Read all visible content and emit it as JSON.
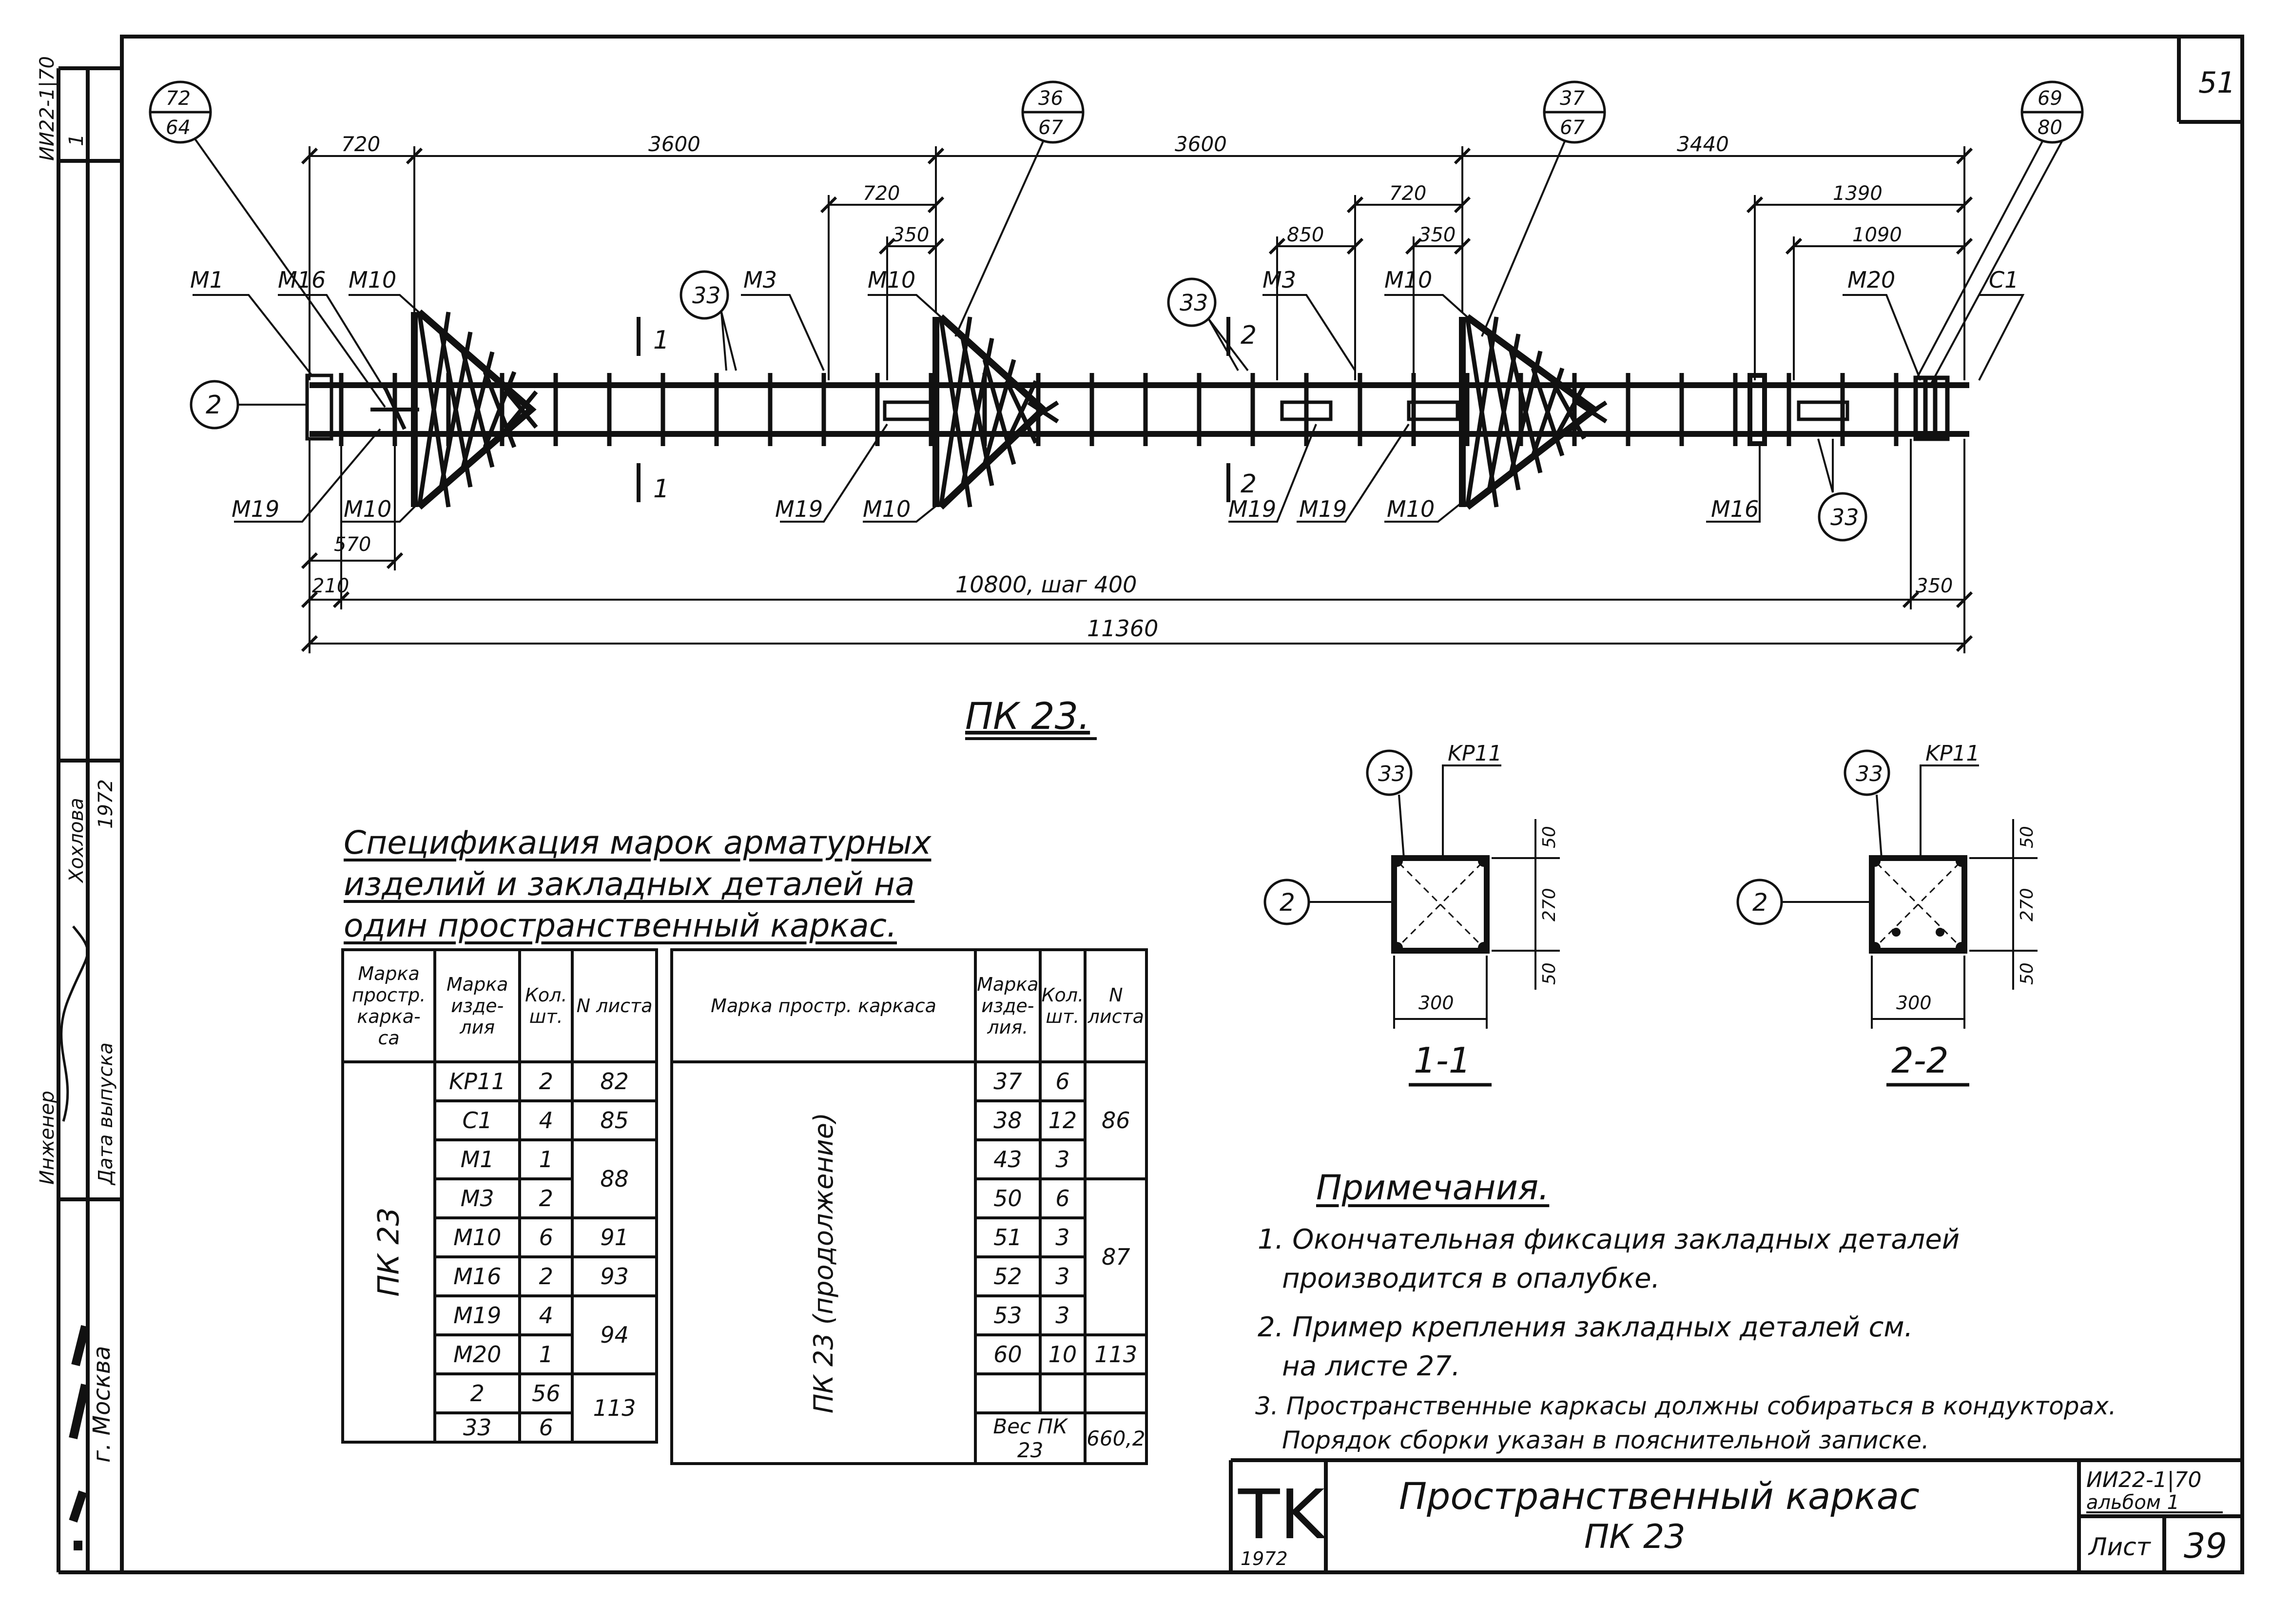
{
  "sheet_number_top": "51",
  "edge_stamp": {
    "top_code": "ИИ22-1|70",
    "top_code2": "1",
    "position": "Инженер",
    "surname": "Хохлова",
    "date_label": "Дата выпуска",
    "year": "1972",
    "city": "г. Москва"
  },
  "drawing": {
    "title": "ПК 23.",
    "callouts": [
      {
        "top": "72",
        "bottom": "64"
      },
      {
        "top": "36",
        "bottom": "67"
      },
      {
        "top": "37",
        "bottom": "67"
      },
      {
        "top": "69",
        "bottom": "80"
      }
    ],
    "top_dims": [
      "720",
      "3600",
      "3600",
      "3440"
    ],
    "sub_dims": [
      "720",
      "350",
      "720",
      "850",
      "350",
      "1390",
      "1090"
    ],
    "bottom_dims": [
      "570",
      "210",
      "10800, шаг 400",
      "350",
      "11360"
    ],
    "marks": {
      "m1": "M1",
      "m16a": "M16",
      "m10a": "M10",
      "m3a": "M3",
      "m10b": "M10",
      "m3b": "M3",
      "m10c": "M10",
      "m20": "M20",
      "c1": "C1",
      "m19a": "M19",
      "m10d": "M10",
      "m19b": "M19",
      "m10e": "M10",
      "m19c": "M19",
      "m19d": "M19",
      "m10f": "M10",
      "m16b": "M16"
    },
    "bubble_33": "33",
    "bubble_2": "2",
    "section_1": "1",
    "section_2": "2"
  },
  "sections": [
    {
      "title": "1-1",
      "label_33": "33",
      "label_kp": "KP11",
      "label_2": "2",
      "dim_w": "300",
      "dim_top": "50",
      "dim_mid": "270",
      "dim_bot": "50"
    },
    {
      "title": "2-2",
      "label_33": "33",
      "label_kp": "KP11",
      "label_2": "2",
      "dim_w": "300",
      "dim_top": "50",
      "dim_mid": "270",
      "dim_bot": "50"
    }
  ],
  "spec": {
    "title_l1": "Спецификация марок арматурных",
    "title_l2": "изделий и закладных деталей на",
    "title_l3": "один пространственный каркас.",
    "headers": [
      "Марка простр. карка- са",
      "Марка изде- лия",
      "Кол. шт.",
      "N листа"
    ],
    "headers_right": [
      "Марка простр. каркаса",
      "Марка изде- лия.",
      "Кол. шт.",
      "N листа"
    ],
    "group_left": "ПК 23",
    "group_right": "ПК 23 (продолжение)",
    "left_rows": [
      {
        "mark": "KP11",
        "qty": "2",
        "sheet": "82"
      },
      {
        "mark": "C1",
        "qty": "4",
        "sheet": "85"
      },
      {
        "mark": "M1",
        "qty": "1",
        "sheet": ""
      },
      {
        "mark": "M3",
        "qty": "2",
        "sheet": ""
      },
      {
        "mark": "M10",
        "qty": "6",
        "sheet": "91"
      },
      {
        "mark": "M16",
        "qty": "2",
        "sheet": "93"
      },
      {
        "mark": "M19",
        "qty": "4",
        "sheet": ""
      },
      {
        "mark": "M20",
        "qty": "1",
        "sheet": ""
      },
      {
        "mark": "2",
        "qty": "56",
        "sheet": ""
      },
      {
        "mark": "33",
        "qty": "6",
        "sheet": ""
      }
    ],
    "left_merged": {
      "s88": "88",
      "s94": "94",
      "s113": "113"
    },
    "right_rows": [
      {
        "mark": "37",
        "qty": "6"
      },
      {
        "mark": "38",
        "qty": "12"
      },
      {
        "mark": "43",
        "qty": "3"
      },
      {
        "mark": "50",
        "qty": "6"
      },
      {
        "mark": "51",
        "qty": "3"
      },
      {
        "mark": "52",
        "qty": "3"
      },
      {
        "mark": "53",
        "qty": "3"
      },
      {
        "mark": "60",
        "qty": "10"
      }
    ],
    "right_merged": {
      "s86": "86",
      "s87": "87",
      "s113": "113"
    },
    "weight_label": "Вес ПК 23",
    "weight_value": "660,2"
  },
  "notes": {
    "title": "Примечания.",
    "n1a": "1. Окончательная фиксация закладных деталей",
    "n1b": "производится в опалубке.",
    "n2a": "2. Пример крепления закладных деталей см.",
    "n2b": "на листе 27.",
    "n3a": "3. Пространственные каркасы должны собираться в кондукторах.",
    "n3b": "Порядок сборки указан в пояснительной записке."
  },
  "titleblock": {
    "logo": "TK",
    "logo_year": "1972",
    "title_l1": "Пространственный каркас",
    "title_l2": "ПК 23",
    "series": "ИИ22-1|70",
    "album": "альбом 1",
    "sheet_label": "Лист",
    "sheet_no": "39"
  }
}
